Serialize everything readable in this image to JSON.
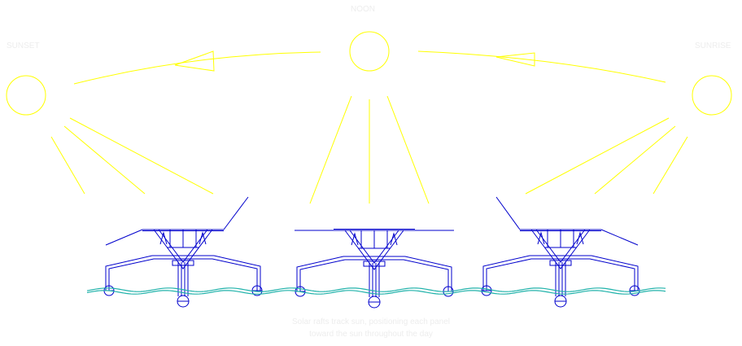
{
  "diagram": {
    "labels": {
      "noon": "NOON",
      "sunset": "SUNSET",
      "sunrise": "SUNRISE"
    },
    "caption": {
      "line1": "Solar rafts track sun, positioning each panel",
      "line2": "toward the sun throughout the day"
    }
  },
  "colors": {
    "sun": "#ffff00",
    "raft": "#0000cc",
    "water": "#20b2aa",
    "background": "#ffffff"
  },
  "icons": [
    "sun-icon",
    "raft-icon",
    "wave-icon",
    "arrow-icon"
  ]
}
